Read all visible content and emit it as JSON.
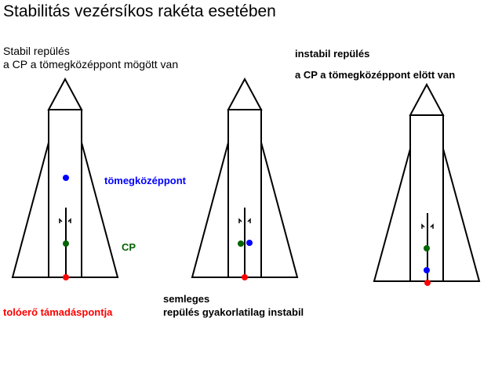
{
  "title": "Stabilitás vezérsíkos rakéta esetében",
  "left": {
    "line1": "Stabil repülés",
    "line2": "a CP a tömegközéppont mögött van"
  },
  "right": {
    "line1": "instabil repülés",
    "line2": "a CP a tömegközéppont elött van"
  },
  "labels": {
    "com": "tömegközéppont",
    "cp": "CP",
    "thrust": "tolóerő támadáspontja",
    "neutral1": "semleges",
    "neutral2": " repülés gyakorlatilag instabil"
  },
  "colors": {
    "com": "#0000ff",
    "cp": "#006400",
    "thrust": "#ff0000",
    "line": "#000000"
  }
}
